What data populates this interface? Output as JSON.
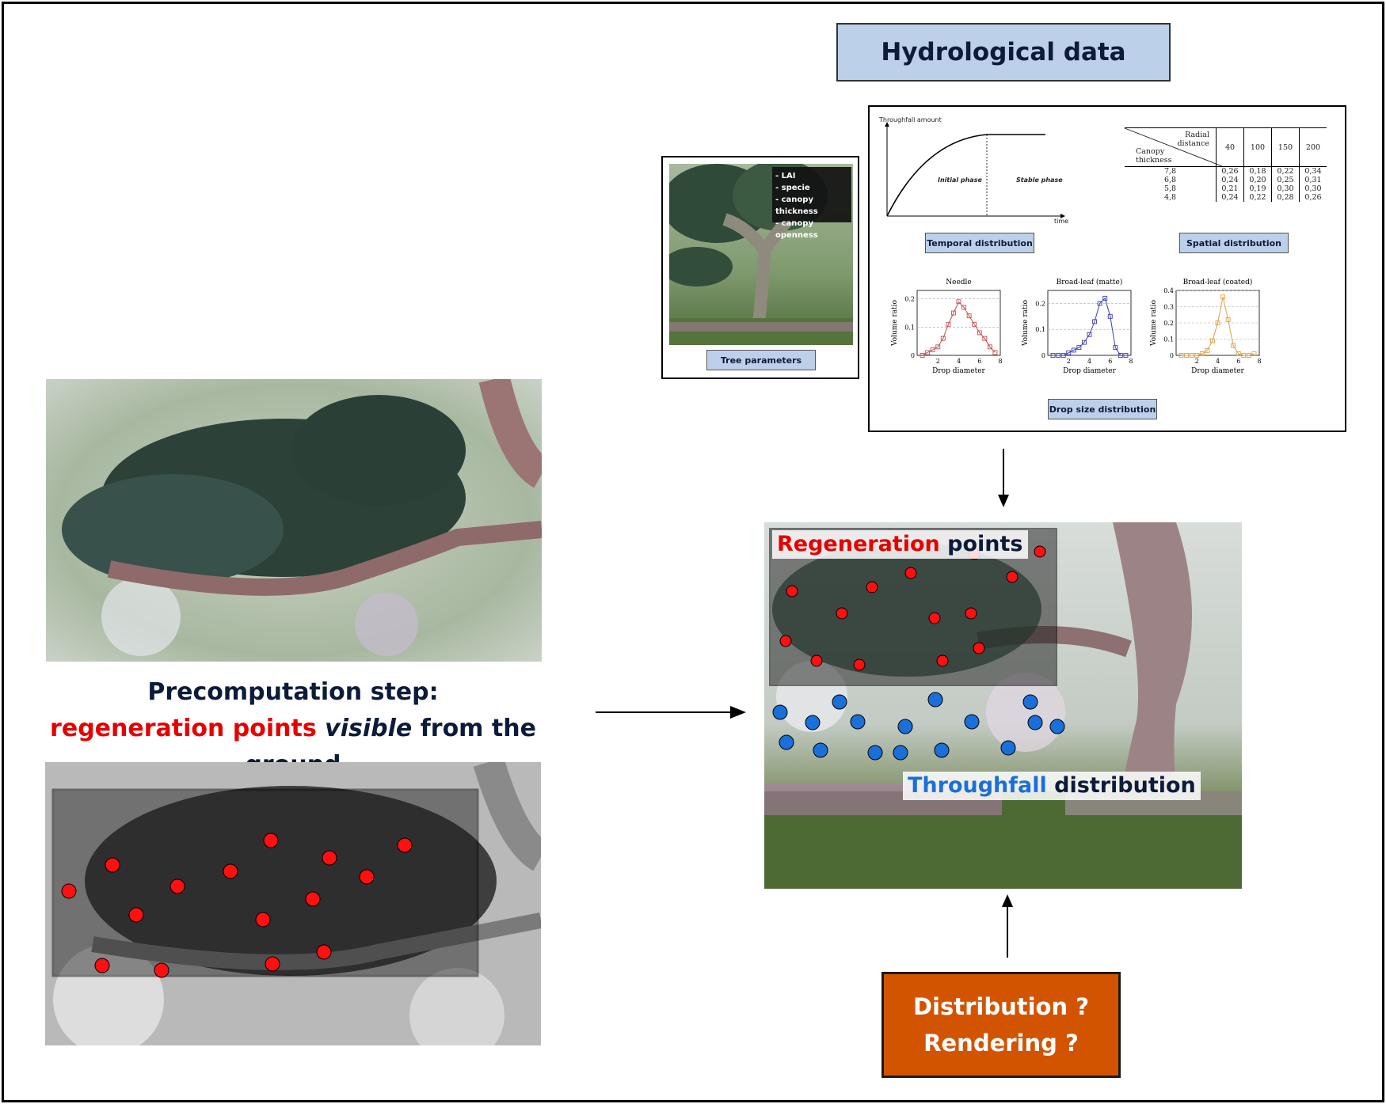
{
  "title": "Hydrological data",
  "tree_params": {
    "list": [
      "- LAI",
      "- specie",
      "- canopy thickness",
      "- canopy openness"
    ],
    "label": "Tree parameters"
  },
  "temporal": {
    "ylabel": "Throughfall amount",
    "xlabel": "time",
    "phase1": "Initial phase",
    "phase2": "Stable phase",
    "label": "Temporal distribution"
  },
  "spatial": {
    "head_radial": "Radial\ndistance",
    "head_canopy": "Canopy\nthickness",
    "cols": [
      "40",
      "100",
      "150",
      "200"
    ],
    "rows": [
      {
        "t": "7,8",
        "v": [
          "0,26",
          "0,18",
          "0,22",
          "0,34"
        ]
      },
      {
        "t": "6,8",
        "v": [
          "0,24",
          "0,20",
          "0,25",
          "0,31"
        ]
      },
      {
        "t": "5,8",
        "v": [
          "0,21",
          "0,19",
          "0,30",
          "0,30"
        ]
      },
      {
        "t": "4,8",
        "v": [
          "0,24",
          "0,22",
          "0,28",
          "0,26"
        ]
      }
    ],
    "label": "Spatial distribution"
  },
  "drop_label": "Drop size distribution",
  "chart_data": [
    {
      "type": "line",
      "title": "Needle",
      "xlabel": "Drop diameter",
      "ylabel": "Volume ratio",
      "xlim": [
        0,
        8
      ],
      "ylim": [
        0,
        0.23
      ],
      "yticks": [
        0,
        0.1,
        0.2
      ],
      "xticks": [
        2,
        4,
        6,
        8
      ],
      "color": "#c0504d",
      "x": [
        0.5,
        1,
        1.5,
        2,
        2.5,
        3,
        3.5,
        4,
        4.5,
        5,
        5.5,
        6,
        6.5,
        7,
        7.5
      ],
      "values": [
        0.0,
        0.01,
        0.02,
        0.03,
        0.06,
        0.11,
        0.15,
        0.19,
        0.17,
        0.14,
        0.11,
        0.08,
        0.06,
        0.03,
        0.01
      ]
    },
    {
      "type": "line",
      "title": "Broad-leaf (matte)",
      "xlabel": "Drop diameter",
      "ylabel": "Volume ratio",
      "xlim": [
        0,
        8
      ],
      "ylim": [
        0,
        0.25
      ],
      "yticks": [
        0,
        0.1,
        0.2
      ],
      "xticks": [
        2,
        4,
        6,
        8
      ],
      "color": "#3a3fb0",
      "x": [
        0.5,
        1,
        1.5,
        2,
        2.5,
        3,
        3.5,
        4,
        4.5,
        5,
        5.5,
        6,
        6.5,
        7,
        7.5
      ],
      "values": [
        0.0,
        0.0,
        0.0,
        0.01,
        0.02,
        0.03,
        0.05,
        0.08,
        0.13,
        0.2,
        0.22,
        0.15,
        0.03,
        0.0,
        0.0
      ]
    },
    {
      "type": "line",
      "title": "Broad-leaf (coated)",
      "xlabel": "Drop diameter",
      "ylabel": "Volume ratio",
      "xlim": [
        0,
        8
      ],
      "ylim": [
        0,
        0.4
      ],
      "yticks": [
        0,
        0.1,
        0.2,
        0.3,
        0.4
      ],
      "xticks": [
        2,
        4,
        6,
        8
      ],
      "color": "#e0a040",
      "x": [
        0.5,
        1,
        1.5,
        2,
        2.5,
        3,
        3.5,
        4,
        4.5,
        5,
        5.5,
        6,
        6.5,
        7,
        7.5
      ],
      "values": [
        0.0,
        0.0,
        0.0,
        0.0,
        0.01,
        0.03,
        0.09,
        0.2,
        0.36,
        0.22,
        0.06,
        0.01,
        0.0,
        0.0,
        0.01
      ]
    }
  ],
  "precomp": {
    "line1": "Precomputation step:",
    "red": "regeneration points",
    "italic": "visible",
    "rest": "from the ground"
  },
  "scene": {
    "regen_red": "Regeneration",
    "regen_dark": "points",
    "through_blue": "Throughfall",
    "through_dark": "distribution"
  },
  "question": {
    "line1": "Distribution ?",
    "line2": "Rendering ?"
  },
  "colors": {
    "accent_blue": "#bcd0ea",
    "red": "#e60000",
    "blue": "#1a6fd8",
    "orange": "#d35400"
  }
}
